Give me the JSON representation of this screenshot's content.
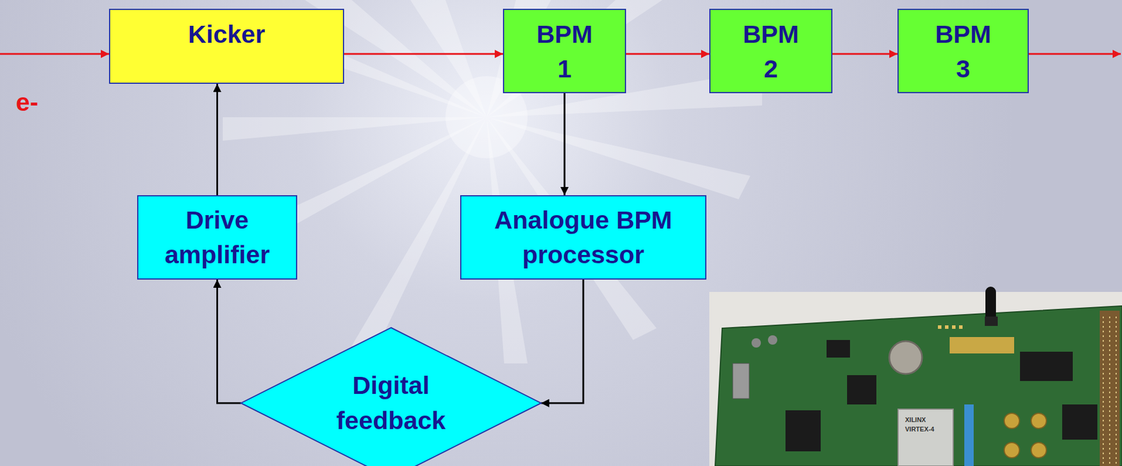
{
  "diagram": {
    "nodes": [
      {
        "text": [
          "Kicker"
        ]
      },
      {
        "text": [
          "BPM 1"
        ]
      },
      {
        "text": [
          "BPM 2"
        ]
      },
      {
        "text": [
          "BPM 3"
        ]
      },
      {
        "text": [
          "Drive amplifier"
        ]
      },
      {
        "text": [
          "Analogue BPM processor"
        ]
      },
      {
        "text": [
          "Digital feedback"
        ]
      }
    ],
    "edges": [
      {
        "from": 0,
        "to": 1,
        "arrow": "to"
      },
      {
        "from": 1,
        "to": 2,
        "arrow": "to"
      },
      {
        "from": 2,
        "to": 3,
        "arrow": "to"
      },
      {
        "from": 1,
        "to": 5,
        "arrow": "to"
      },
      {
        "from": 5,
        "to": 6,
        "arrow": "to"
      },
      {
        "from": 6,
        "to": 4,
        "arrow": "to"
      },
      {
        "from": 4,
        "to": 0,
        "arrow": "to"
      }
    ],
    "labels": [
      "e-",
      "XILINX",
      "VIRTEX-4"
    ]
  }
}
